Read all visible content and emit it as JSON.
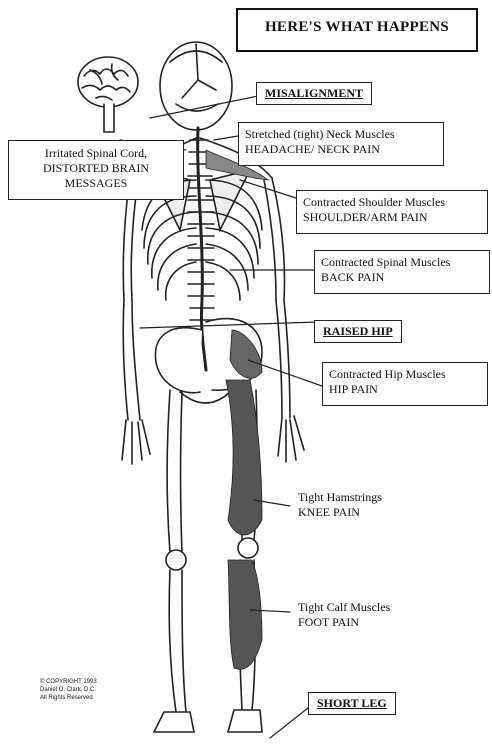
{
  "title": "HERE'S WHAT HAPPENS",
  "labels": {
    "misalignment": "MISALIGNMENT",
    "spinal_cord": {
      "line1": "Irritated Spinal Cord,",
      "line2": "DISTORTED BRAIN",
      "line3": "MESSAGES"
    },
    "neck": {
      "line1": "Stretched (tight) Neck Muscles",
      "line2": "HEADACHE/ NECK PAIN"
    },
    "shoulder": {
      "line1": "Contracted Shoulder Muscles",
      "line2": "SHOULDER/ARM PAIN"
    },
    "back": {
      "line1": "Contracted Spinal Muscles",
      "line2": "BACK PAIN"
    },
    "raised_hip": "RAISED HIP",
    "hip": {
      "line1": "Contracted Hip Muscles",
      "line2": "HIP PAIN"
    },
    "hamstrings": {
      "line1": "Tight Hamstrings",
      "line2": "KNEE PAIN"
    },
    "calf": {
      "line1": "Tight Calf Muscles",
      "line2": "FOOT PAIN"
    },
    "short_leg": "SHORT LEG"
  },
  "copyright": {
    "line1": "© COPYRIGHT 1993",
    "line2": "Daniel O. Clark, D.C.",
    "line3": "All Rights Reserved"
  }
}
